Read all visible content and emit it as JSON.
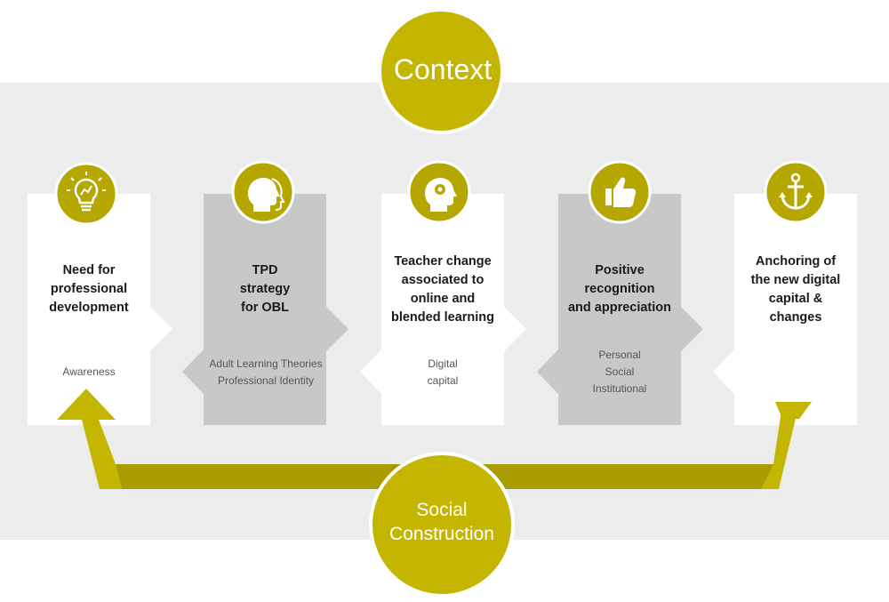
{
  "context": {
    "label": "Context"
  },
  "social": {
    "label": "Social\nConstruction"
  },
  "colors": {
    "accent": "#c4b500",
    "accent_dark": "#a69a00",
    "band": "#ececec",
    "grey_card": "#c8c8c8",
    "white_card": "#ffffff"
  },
  "steps": [
    {
      "title": "Need for\nprofessional\ndevelopment",
      "sub": "Awareness",
      "icon": "lightbulb-icon"
    },
    {
      "title": "TPD\nstrategy\nfor OBL",
      "sub": "Adult Learning Theories\nProfessional Identity",
      "icon": "head-profile-icon"
    },
    {
      "title": "Teacher change\nassociated to\nonline and\nblended learning",
      "sub": "Digital\ncapital",
      "icon": "head-gear-icon"
    },
    {
      "title": "Positive\nrecognition\nand appreciation",
      "sub": "Personal\nSocial\nInstitutional",
      "icon": "thumbs-up-icon"
    },
    {
      "title": "Anchoring of\nthe new digital\ncapital &\nchanges",
      "sub": "",
      "icon": "anchor-icon"
    }
  ]
}
